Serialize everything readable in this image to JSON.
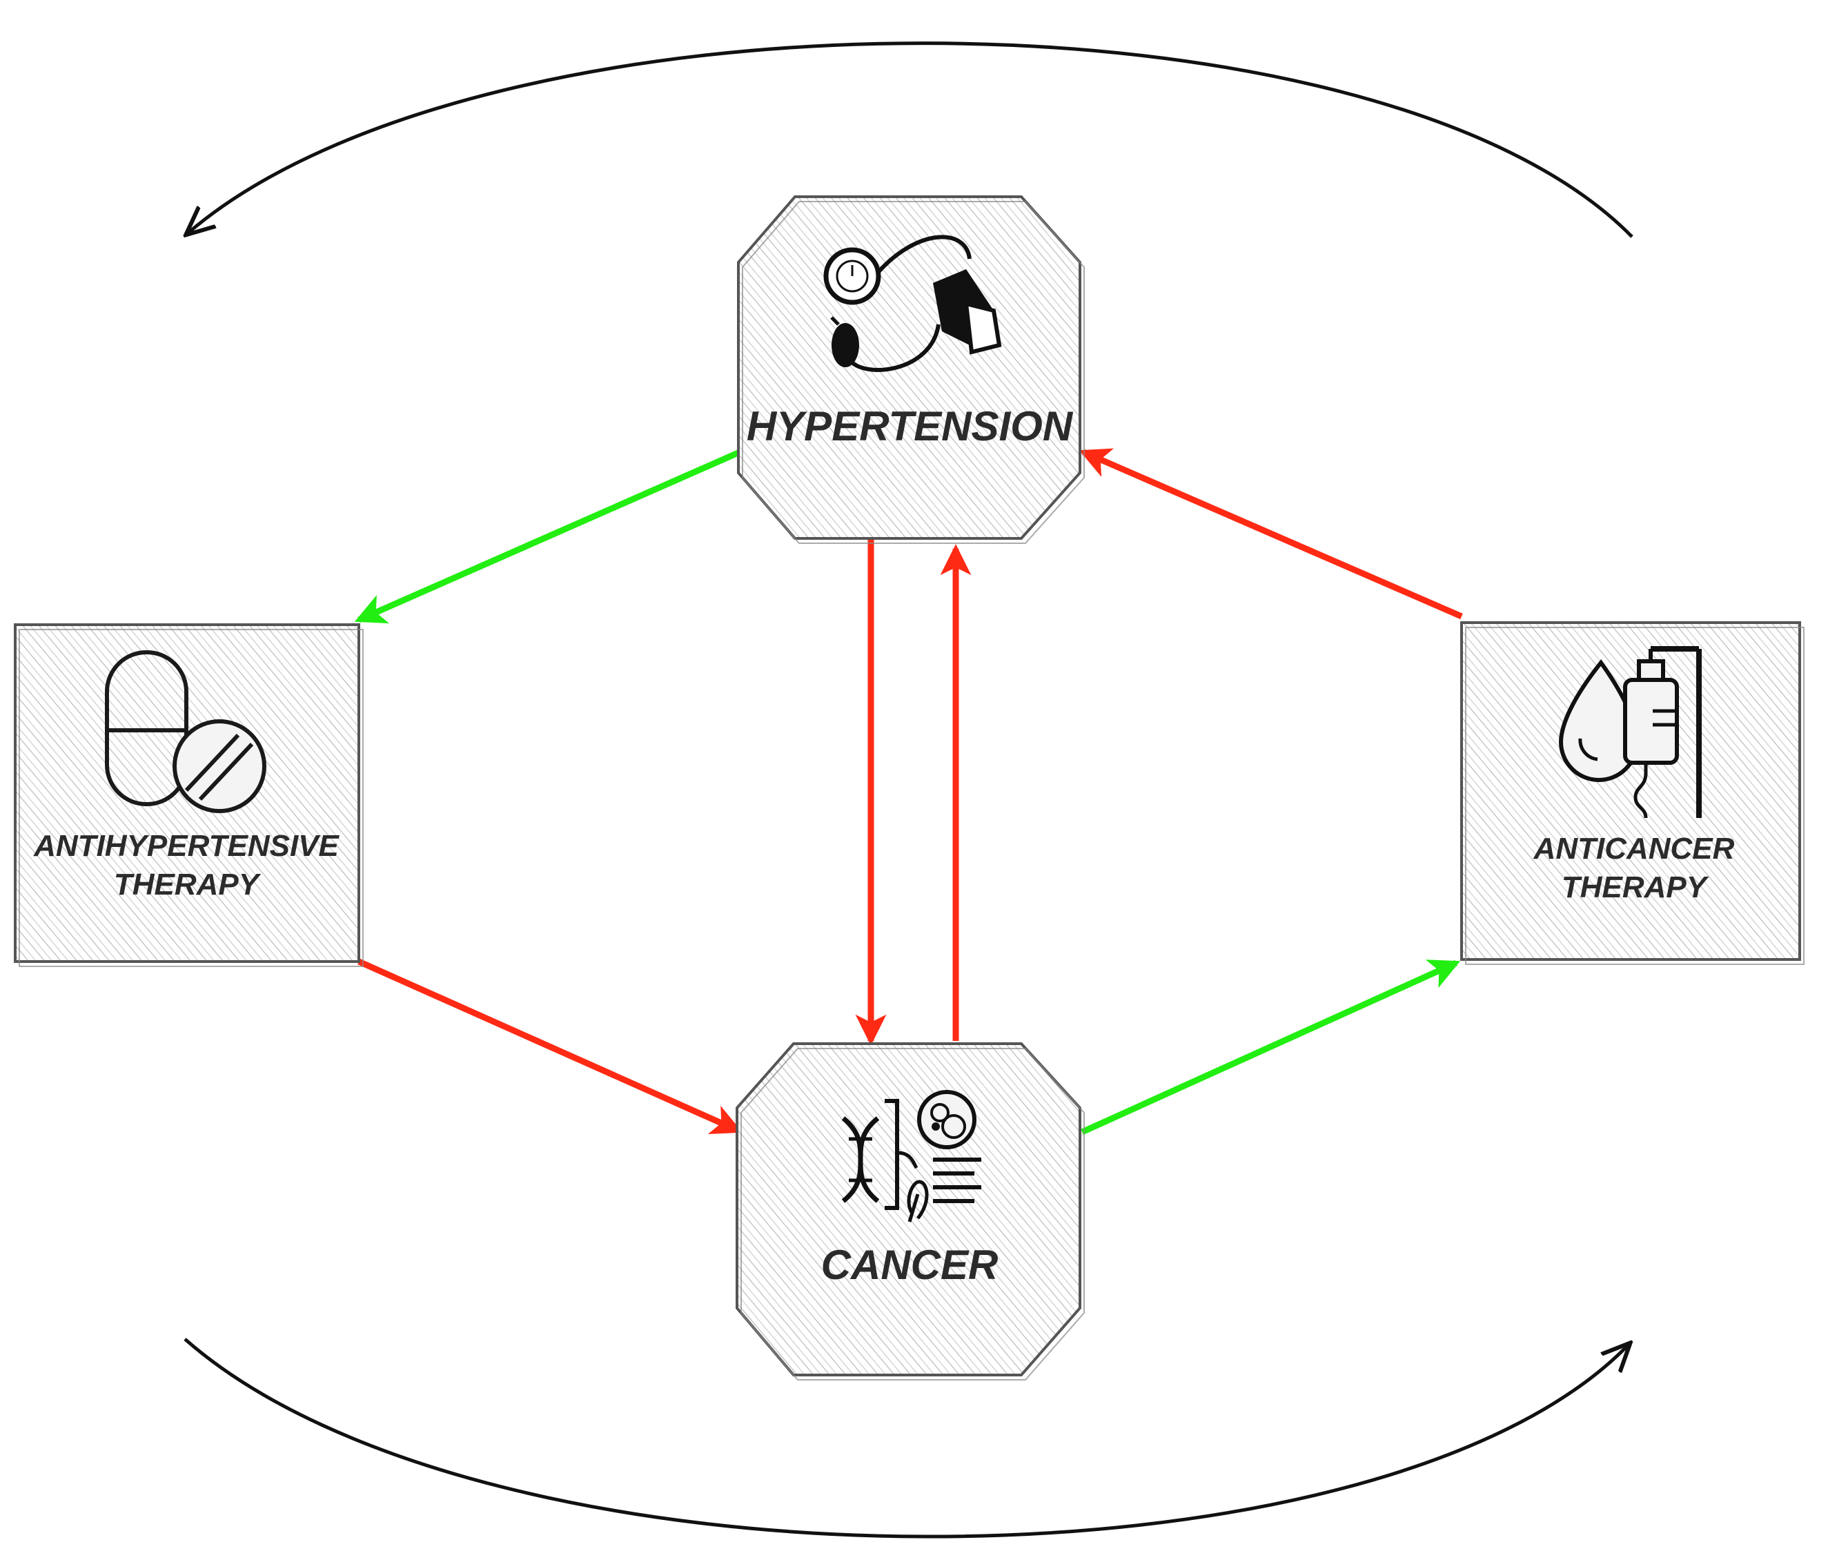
{
  "nodes": {
    "hypertension": {
      "label": "HYPERTENSION",
      "icon": "blood-pressure-monitor-icon"
    },
    "antihypertensive": {
      "line1": "ANTIHYPERTENSIVE",
      "line2": "THERAPY",
      "icon": "pills-icon"
    },
    "anticancer": {
      "line1": "ANTICANCER",
      "line2": "THERAPY",
      "icon": "iv-drip-icon"
    },
    "cancer": {
      "label": "CANCER",
      "icon": "dna-cell-icon"
    }
  },
  "colors": {
    "positive_link": "#22ee11",
    "negative_link": "#ff2a14",
    "cycle_arrow": "#111111",
    "node_stroke": "#555555",
    "hatch": "#bdbdbd"
  },
  "links": [
    {
      "from": "hypertension",
      "to": "antihypertensive",
      "color": "positive_link"
    },
    {
      "from": "hypertension",
      "to": "cancer",
      "color": "negative_link"
    },
    {
      "from": "cancer",
      "to": "hypertension",
      "color": "negative_link"
    },
    {
      "from": "antihypertensive",
      "to": "cancer",
      "color": "negative_link"
    },
    {
      "from": "cancer",
      "to": "anticancer",
      "color": "positive_link"
    },
    {
      "from": "anticancer",
      "to": "hypertension",
      "color": "negative_link"
    }
  ]
}
